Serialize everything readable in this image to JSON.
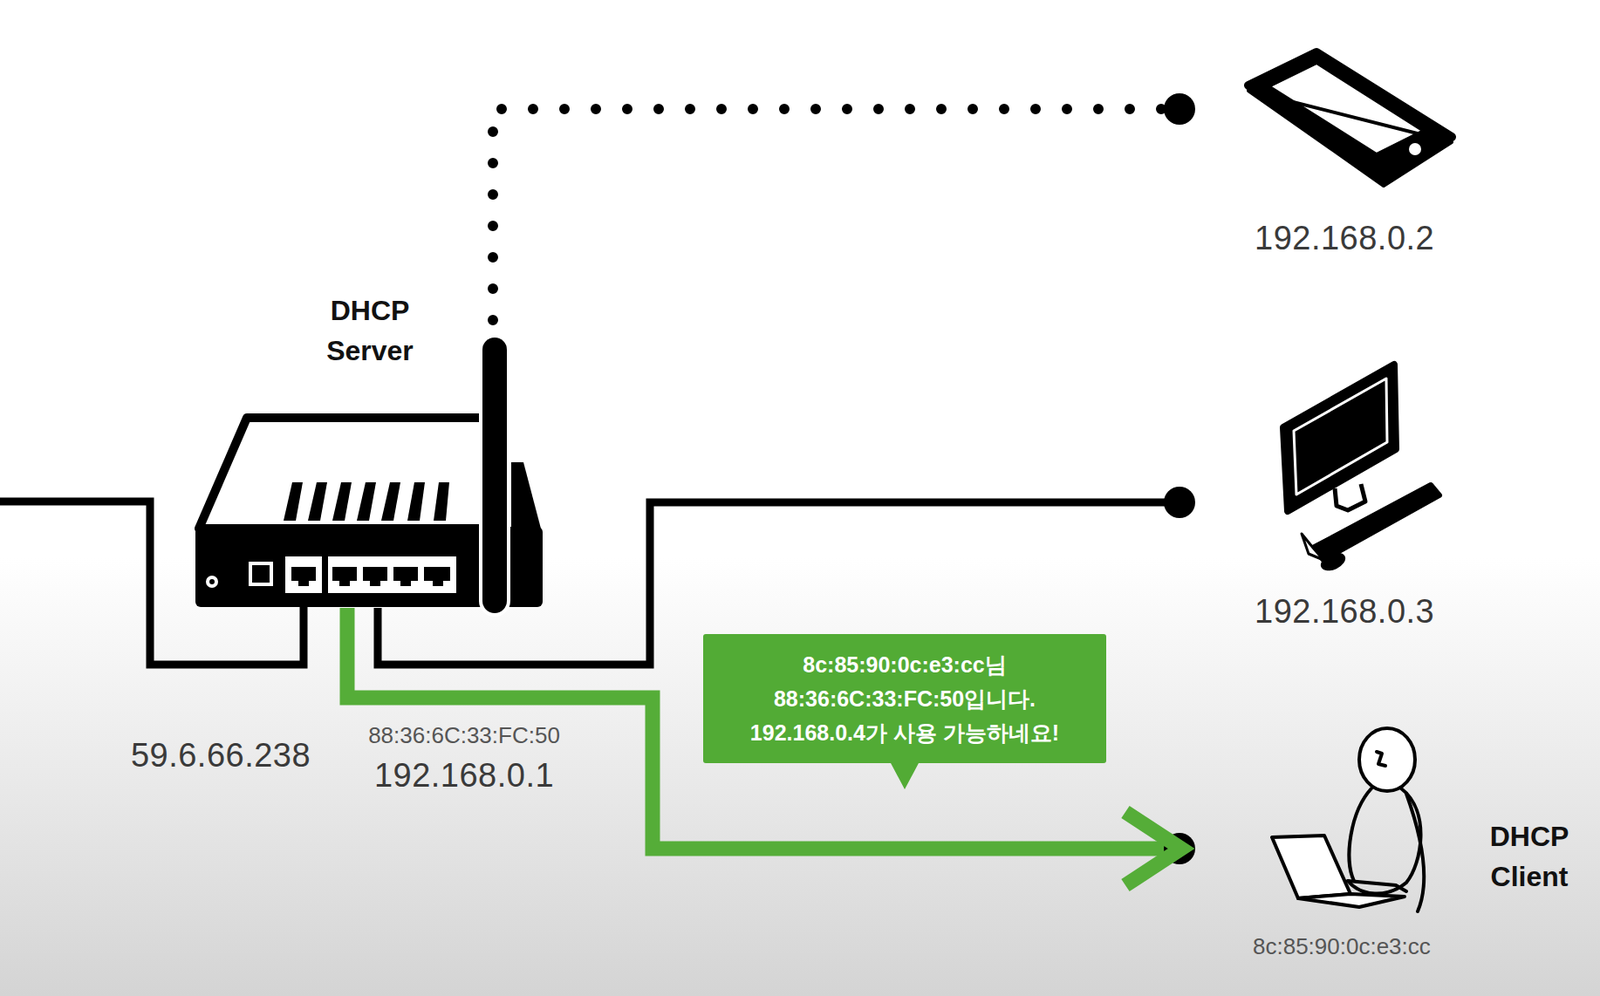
{
  "diagram": {
    "nodes": [
      {
        "text": [
          "DHCP Server"
        ]
      },
      {
        "text": [
          "192.168.0.2"
        ]
      },
      {
        "text": [
          "192.168.0.3"
        ]
      },
      {
        "text": [
          "DHCP Client",
          "8c:85:90:0c:e3:cc"
        ]
      }
    ],
    "edges": [
      {
        "from": 0,
        "to": 1,
        "arrow": "none"
      },
      {
        "from": 0,
        "to": 2,
        "arrow": "none"
      },
      {
        "from": 0,
        "to": 3,
        "arrow": "to",
        "label": "8c:85:90:0c:e3:cc님 88:36:6C:33:FC:50입니다. 192.168.0.4가 사용 가능하네요!"
      }
    ],
    "labels": [
      "59.6.66.238",
      "88:36:6C:33:FC:50",
      "192.168.0.1"
    ]
  }
}
